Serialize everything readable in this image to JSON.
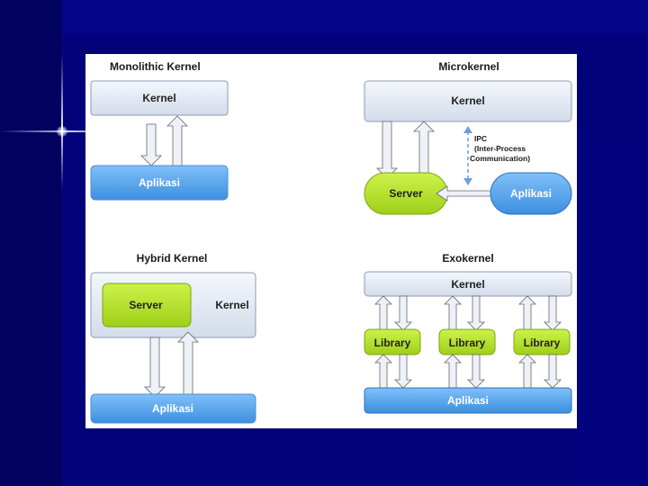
{
  "monolithic": {
    "title": "Monolithic Kernel",
    "kernel": "Kernel",
    "app": "Aplikasi"
  },
  "microkernel": {
    "title": "Microkernel",
    "kernel": "Kernel",
    "ipc_line1": "IPC",
    "ipc_line2": "(Inter-Process",
    "ipc_line3": "Communication)",
    "server": "Server",
    "app": "Aplikasi"
  },
  "hybrid": {
    "title": "Hybrid Kernel",
    "server": "Server",
    "kernel": "Kernel",
    "app": "Aplikasi"
  },
  "exokernel": {
    "title": "Exokernel",
    "kernel": "Kernel",
    "library1": "Library",
    "library2": "Library",
    "library3": "Library",
    "app": "Aplikasi"
  },
  "colors": {
    "kernel_fill": "#e4eaf4",
    "app_fill": "#5aa8ee",
    "server_fill": "#b5e61d",
    "arrow_fill": "#eef2f8"
  }
}
